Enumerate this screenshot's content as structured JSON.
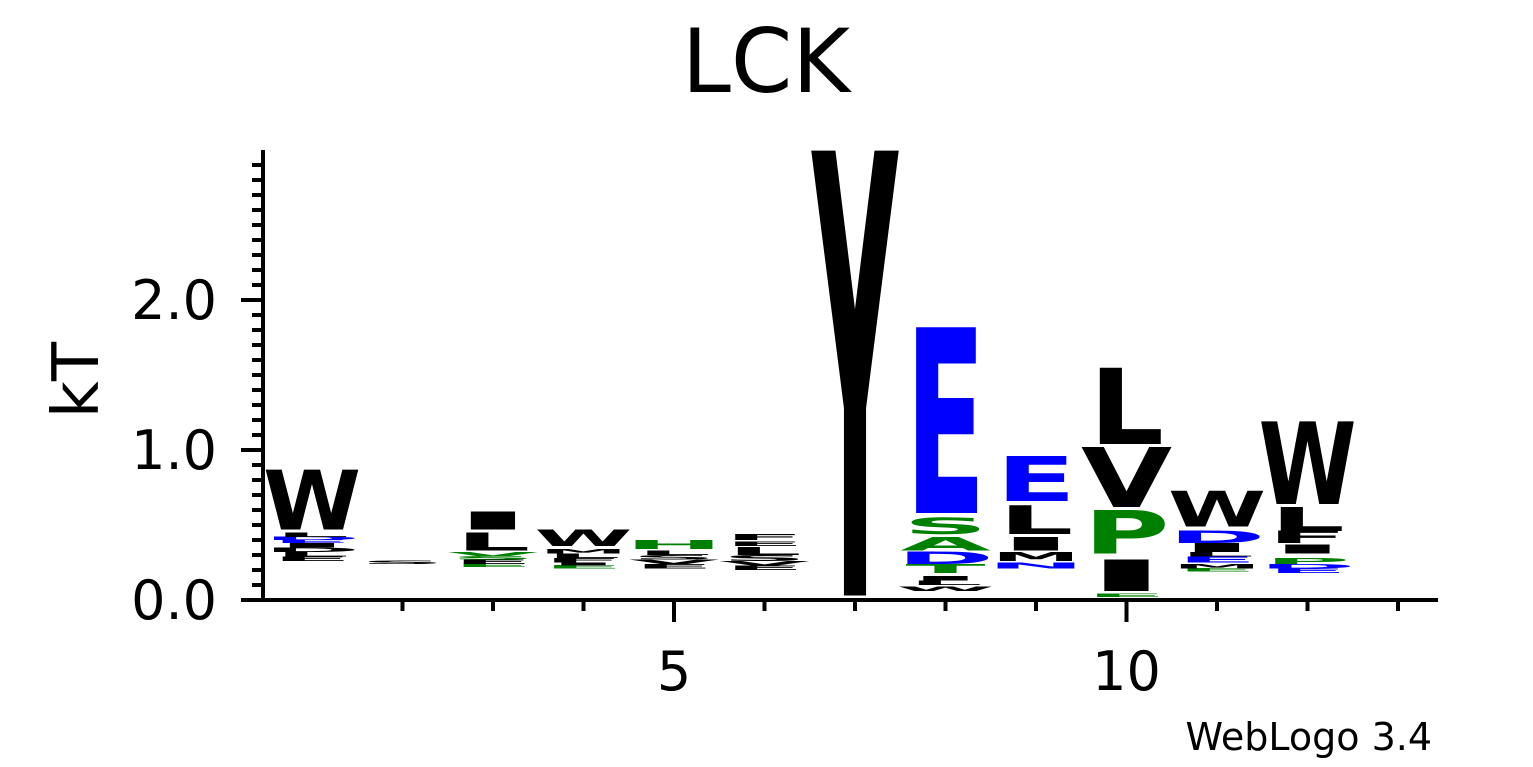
{
  "chart_data": {
    "type": "sequence-logo",
    "title": "LCK",
    "ylabel": "kT",
    "xlabel": "",
    "ylim": [
      0,
      3.0
    ],
    "xlim": [
      0.5,
      13.5
    ],
    "y_tick_labels": [
      "0.0",
      "1.0",
      "2.0"
    ],
    "y_tick_values": [
      0,
      1,
      2
    ],
    "x_tick_labels": [
      "5",
      "10"
    ],
    "x_tick_values": [
      5,
      10
    ],
    "credit": "WebLogo 3.4",
    "colors": {
      "hydrophobic": "#000000",
      "polar": "#008000",
      "acidic": "#0000ff"
    },
    "positions": [
      {
        "pos": 1,
        "stack": [
          {
            "letter": "E",
            "bottom": 0.26,
            "top": 0.29,
            "color": "#000000"
          },
          {
            "letter": "L",
            "bottom": 0.29,
            "top": 0.32,
            "color": "#000000"
          },
          {
            "letter": "D",
            "bottom": 0.32,
            "top": 0.35,
            "color": "#000000"
          },
          {
            "letter": "I",
            "bottom": 0.35,
            "top": 0.38,
            "color": "#000000"
          },
          {
            "letter": "E",
            "bottom": 0.38,
            "top": 0.4,
            "color": "#0000ff"
          },
          {
            "letter": "D",
            "bottom": 0.4,
            "top": 0.42,
            "color": "#0000ff"
          },
          {
            "letter": "L",
            "bottom": 0.42,
            "top": 0.45,
            "color": "#000000"
          },
          {
            "letter": "W",
            "bottom": 0.47,
            "top": 0.87,
            "color": "#000000"
          }
        ]
      },
      {
        "pos": 2,
        "stack": [
          {
            "letter": "S",
            "bottom": 0.24,
            "top": 0.26,
            "color": "#000000"
          }
        ]
      },
      {
        "pos": 3,
        "stack": [
          {
            "letter": "E",
            "bottom": 0.22,
            "top": 0.24,
            "color": "#008000"
          },
          {
            "letter": "E",
            "bottom": 0.24,
            "top": 0.27,
            "color": "#000000"
          },
          {
            "letter": "S",
            "bottom": 0.27,
            "top": 0.29,
            "color": "#008000"
          },
          {
            "letter": "V",
            "bottom": 0.29,
            "top": 0.32,
            "color": "#008000"
          },
          {
            "letter": "L",
            "bottom": 0.33,
            "top": 0.45,
            "color": "#000000"
          },
          {
            "letter": "I",
            "bottom": 0.47,
            "top": 0.59,
            "color": "#000000"
          }
        ]
      },
      {
        "pos": 4,
        "stack": [
          {
            "letter": "E",
            "bottom": 0.21,
            "top": 0.23,
            "color": "#008000"
          },
          {
            "letter": "I",
            "bottom": 0.23,
            "top": 0.25,
            "color": "#000000"
          },
          {
            "letter": "F",
            "bottom": 0.25,
            "top": 0.28,
            "color": "#000000"
          },
          {
            "letter": "L",
            "bottom": 0.28,
            "top": 0.31,
            "color": "#000000"
          },
          {
            "letter": "M",
            "bottom": 0.31,
            "top": 0.34,
            "color": "#000000"
          },
          {
            "letter": "W",
            "bottom": 0.36,
            "top": 0.47,
            "color": "#000000"
          }
        ]
      },
      {
        "pos": 5,
        "stack": [
          {
            "letter": "E",
            "bottom": 0.21,
            "top": 0.24,
            "color": "#000000"
          },
          {
            "letter": "V",
            "bottom": 0.24,
            "top": 0.27,
            "color": "#000000"
          },
          {
            "letter": "S",
            "bottom": 0.27,
            "top": 0.3,
            "color": "#000000"
          },
          {
            "letter": "L",
            "bottom": 0.3,
            "top": 0.33,
            "color": "#000000"
          },
          {
            "letter": "H",
            "bottom": 0.34,
            "top": 0.4,
            "color": "#008000"
          }
        ]
      },
      {
        "pos": 6,
        "stack": [
          {
            "letter": "E",
            "bottom": 0.2,
            "top": 0.23,
            "color": "#000000"
          },
          {
            "letter": "V",
            "bottom": 0.23,
            "top": 0.26,
            "color": "#000000"
          },
          {
            "letter": "S",
            "bottom": 0.26,
            "top": 0.3,
            "color": "#000000"
          },
          {
            "letter": "L",
            "bottom": 0.3,
            "top": 0.35,
            "color": "#000000"
          },
          {
            "letter": "E",
            "bottom": 0.36,
            "top": 0.39,
            "color": "#000000"
          },
          {
            "letter": "F",
            "bottom": 0.4,
            "top": 0.44,
            "color": "#000000"
          }
        ]
      },
      {
        "pos": 7,
        "stack": [
          {
            "letter": "Y",
            "bottom": 0.03,
            "top": 3.0,
            "color": "#000000"
          }
        ]
      },
      {
        "pos": 8,
        "stack": [
          {
            "letter": "W",
            "bottom": 0.06,
            "top": 0.09,
            "color": "#000000"
          },
          {
            "letter": "L",
            "bottom": 0.1,
            "top": 0.13,
            "color": "#000000"
          },
          {
            "letter": "I",
            "bottom": 0.13,
            "top": 0.16,
            "color": "#000000"
          },
          {
            "letter": "T",
            "bottom": 0.18,
            "top": 0.24,
            "color": "#008000"
          },
          {
            "letter": "D",
            "bottom": 0.24,
            "top": 0.32,
            "color": "#0000ff"
          },
          {
            "letter": "A",
            "bottom": 0.33,
            "top": 0.42,
            "color": "#008000"
          },
          {
            "letter": "S",
            "bottom": 0.44,
            "top": 0.55,
            "color": "#008000"
          },
          {
            "letter": "E",
            "bottom": 0.58,
            "top": 1.82,
            "color": "#0000ff"
          }
        ]
      },
      {
        "pos": 9,
        "stack": [
          {
            "letter": "N",
            "bottom": 0.21,
            "top": 0.25,
            "color": "#0000ff"
          },
          {
            "letter": "M",
            "bottom": 0.26,
            "top": 0.32,
            "color": "#000000"
          },
          {
            "letter": "I",
            "bottom": 0.33,
            "top": 0.42,
            "color": "#000000"
          },
          {
            "letter": "L",
            "bottom": 0.44,
            "top": 0.63,
            "color": "#000000"
          },
          {
            "letter": "E",
            "bottom": 0.66,
            "top": 0.96,
            "color": "#0000ff"
          }
        ]
      },
      {
        "pos": 10,
        "stack": [
          {
            "letter": "E",
            "bottom": 0.02,
            "top": 0.04,
            "color": "#008000"
          },
          {
            "letter": "I",
            "bottom": 0.06,
            "top": 0.27,
            "color": "#000000"
          },
          {
            "letter": "P",
            "bottom": 0.31,
            "top": 0.6,
            "color": "#008000"
          },
          {
            "letter": "V",
            "bottom": 0.62,
            "top": 1.02,
            "color": "#000000"
          },
          {
            "letter": "L",
            "bottom": 1.04,
            "top": 1.55,
            "color": "#000000"
          }
        ]
      },
      {
        "pos": 11,
        "stack": [
          {
            "letter": "E",
            "bottom": 0.19,
            "top": 0.21,
            "color": "#008000"
          },
          {
            "letter": "M",
            "bottom": 0.21,
            "top": 0.24,
            "color": "#000000"
          },
          {
            "letter": "E",
            "bottom": 0.25,
            "top": 0.29,
            "color": "#0000ff"
          },
          {
            "letter": "L",
            "bottom": 0.29,
            "top": 0.32,
            "color": "#000000"
          },
          {
            "letter": "I",
            "bottom": 0.32,
            "top": 0.38,
            "color": "#000000"
          },
          {
            "letter": "D",
            "bottom": 0.38,
            "top": 0.46,
            "color": "#0000ff"
          },
          {
            "letter": "W",
            "bottom": 0.49,
            "top": 0.73,
            "color": "#000000"
          }
        ]
      },
      {
        "pos": 12,
        "stack": [
          {
            "letter": "E",
            "bottom": 0.18,
            "top": 0.21,
            "color": "#0000ff"
          },
          {
            "letter": "D",
            "bottom": 0.21,
            "top": 0.24,
            "color": "#0000ff"
          },
          {
            "letter": "P",
            "bottom": 0.24,
            "top": 0.28,
            "color": "#008000"
          },
          {
            "letter": "I",
            "bottom": 0.31,
            "top": 0.37,
            "color": "#000000"
          },
          {
            "letter": "F",
            "bottom": 0.38,
            "top": 0.46,
            "color": "#000000"
          },
          {
            "letter": "L",
            "bottom": 0.46,
            "top": 0.62,
            "color": "#000000"
          },
          {
            "letter": "W",
            "bottom": 0.64,
            "top": 1.19,
            "color": "#000000"
          }
        ]
      }
    ]
  }
}
